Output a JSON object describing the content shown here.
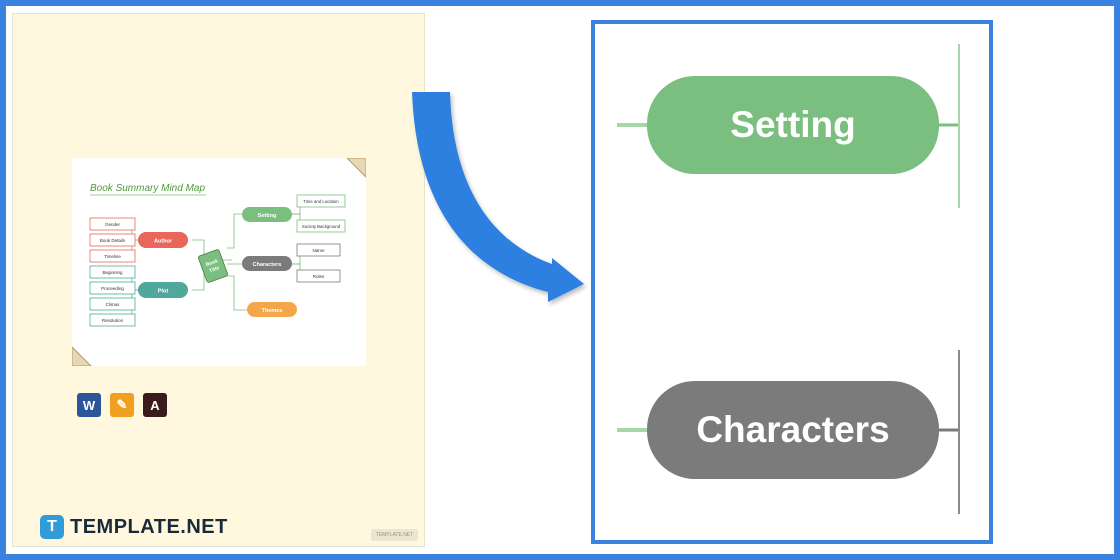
{
  "brand": {
    "logo_letter": "T",
    "name": "TEMPLATE.NET",
    "watermark": "TEMPLATE.NET"
  },
  "colors": {
    "frame": "#3a82e0",
    "setting": "#7bbf80",
    "characters": "#7b7b7b",
    "author": "#e8675a",
    "plot": "#4fa89a",
    "themes": "#f5a64a",
    "background": "#fff8de"
  },
  "mind_map": {
    "title": "Book Summary Mind Map",
    "center": {
      "line1": "Book",
      "line2": "Title"
    },
    "branches": {
      "author": {
        "label": "Author",
        "children": [
          "Gender",
          "Book Details",
          "Timeline"
        ]
      },
      "plot": {
        "label": "Plot",
        "children": [
          "Beginning",
          "Proceeding",
          "Climax",
          "Resolution"
        ]
      },
      "setting": {
        "label": "Setting",
        "children": [
          "Time and Location",
          "Society Background"
        ]
      },
      "characters": {
        "label": "Characters",
        "children": [
          "Name",
          "Roles"
        ]
      },
      "themes": {
        "label": "Themes"
      }
    }
  },
  "app_icons": [
    {
      "icon": "word-icon",
      "glyph": "W"
    },
    {
      "icon": "pages-icon",
      "glyph": "✎"
    },
    {
      "icon": "pdf-icon",
      "glyph": "A"
    }
  ],
  "zoom": {
    "setting_label": "Setting",
    "characters_label": "Characters"
  }
}
